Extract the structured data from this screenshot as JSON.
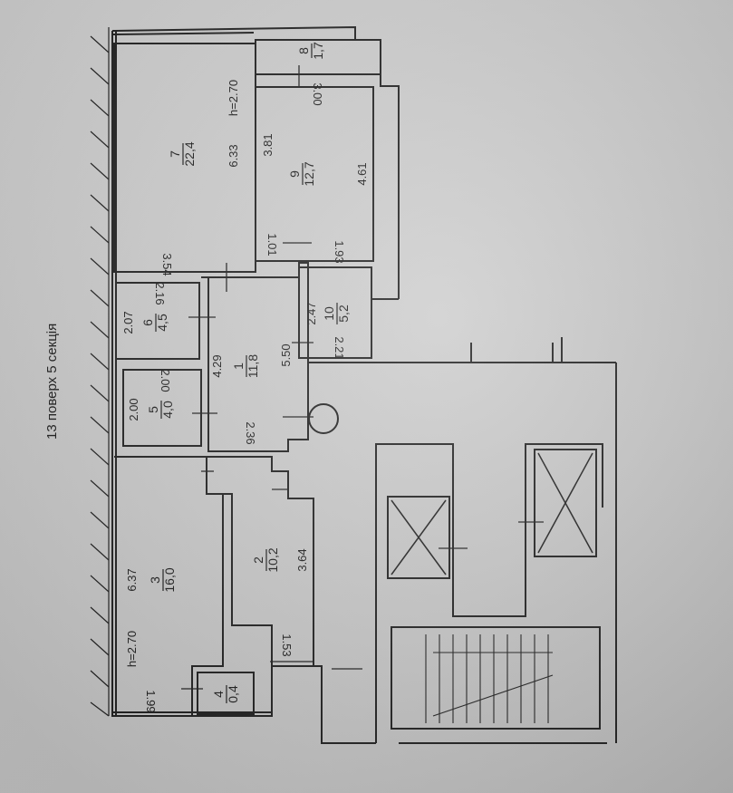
{
  "title": "13 поверх  5 секція",
  "rooms": [
    {
      "number": "1",
      "area": "11,8"
    },
    {
      "number": "2",
      "area": "10,2"
    },
    {
      "number": "3",
      "area": "16,0"
    },
    {
      "number": "4",
      "area": "0,4"
    },
    {
      "number": "5",
      "area": "4,0"
    },
    {
      "number": "6",
      "area": "4,5"
    },
    {
      "number": "7",
      "area": "22,4"
    },
    {
      "number": "8",
      "area": "1,7"
    },
    {
      "number": "9",
      "area": "12,7"
    },
    {
      "number": "10",
      "area": "5,2"
    }
  ],
  "dimensions": {
    "r7_height": "h=2.70",
    "r7_len": "6.33",
    "r7_w": "3.54",
    "r9_w": "3.00",
    "r9_a": "3.81",
    "r9_b": "4.61",
    "r9_c": "1.93",
    "d_101": "1.01",
    "r6_a": "2.07",
    "r6_b": "2.16",
    "r5_a": "2.00",
    "r5_b": "2.00",
    "r1_a": "4.29",
    "r1_b": "5.50",
    "r1_c": "2.36",
    "r10_a": "2.47",
    "r10_b": "2.21",
    "r3_len": "6.37",
    "r3_height": "h=2.70",
    "r3_w": "1.99",
    "r2_len": "3.64",
    "r2_w": "1.53"
  }
}
